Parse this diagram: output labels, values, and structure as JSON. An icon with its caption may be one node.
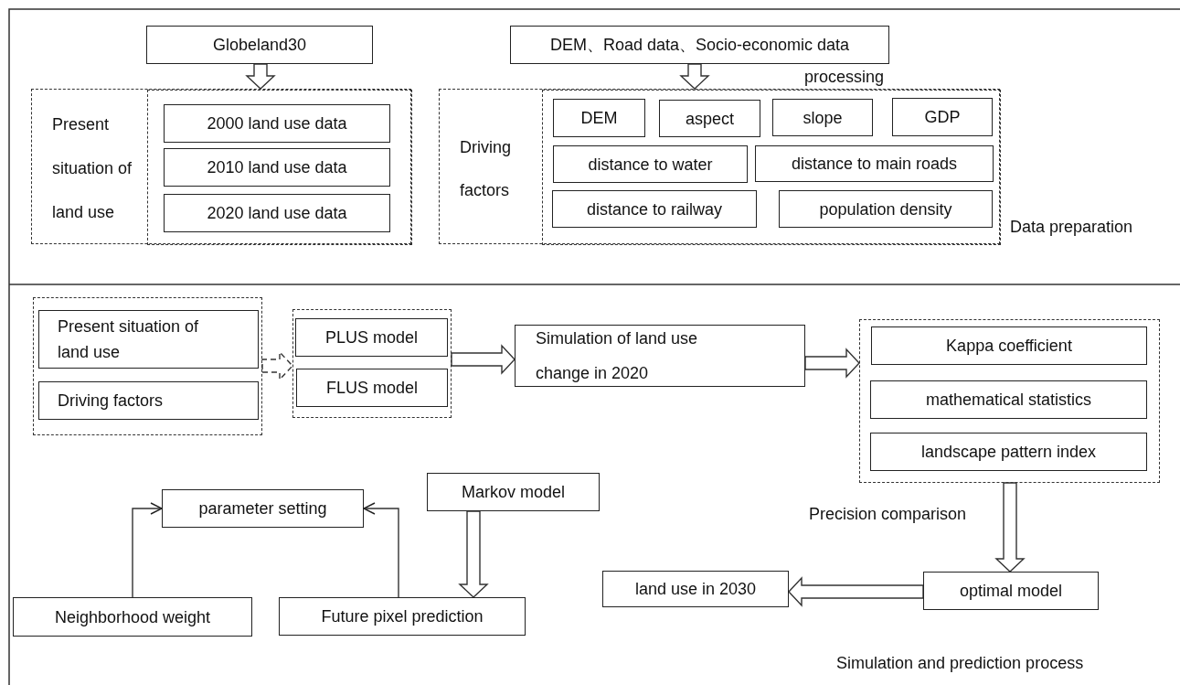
{
  "diagram": {
    "nodes": [
      {
        "text": [
          "Globeland30"
        ]
      },
      {
        "text": [
          "Present situation of land use"
        ]
      },
      {
        "text": [],
        "shape": "box",
        "in": 1
      },
      {
        "text": [
          "2000 land use data"
        ],
        "in": 2
      },
      {
        "text": [
          "2010 land use data"
        ],
        "in": 2
      },
      {
        "text": [
          "2020 land use data"
        ],
        "in": 2
      },
      {
        "text": [
          "DEM、Road data、Socio-economic data"
        ]
      },
      {
        "text": [
          "Driving factors"
        ]
      },
      {
        "text": [],
        "shape": "box",
        "in": 7
      },
      {
        "text": [
          "DEM"
        ],
        "in": 8
      },
      {
        "text": [
          "aspect"
        ],
        "in": 8
      },
      {
        "text": [
          "slope"
        ],
        "in": 8
      },
      {
        "text": [
          "GDP"
        ],
        "in": 8
      },
      {
        "text": [
          "distance to water"
        ],
        "in": 8
      },
      {
        "text": [
          "distance to main roads"
        ],
        "in": 8
      },
      {
        "text": [
          "distance to railway"
        ],
        "in": 8
      },
      {
        "text": [
          "population density"
        ],
        "in": 8
      },
      {
        "text": [],
        "shape": "box"
      },
      {
        "text": [
          "Present situation of land use"
        ],
        "in": 17
      },
      {
        "text": [
          "Driving factors"
        ],
        "in": 17
      },
      {
        "text": [],
        "shape": "box"
      },
      {
        "text": [
          "PLUS model"
        ],
        "in": 20
      },
      {
        "text": [
          "FLUS model"
        ],
        "in": 20
      },
      {
        "text": [
          "Simulation of land use change in 2020"
        ]
      },
      {
        "text": [],
        "shape": "box"
      },
      {
        "text": [
          "Kappa coefficient"
        ],
        "in": 24
      },
      {
        "text": [
          "mathematical statistics"
        ],
        "in": 24
      },
      {
        "text": [
          "landscape pattern index"
        ],
        "in": 24
      },
      {
        "text": [
          "optimal model"
        ]
      },
      {
        "text": [
          "land use in 2030"
        ]
      },
      {
        "text": [
          "Markov model"
        ]
      },
      {
        "text": [
          "parameter setting"
        ]
      },
      {
        "text": [
          "Neighborhood weight"
        ]
      },
      {
        "text": [
          "Future pixel prediction"
        ]
      }
    ],
    "edges": [
      {
        "from": 0,
        "to": 2,
        "arrow": "to",
        "style": "thick"
      },
      {
        "from": 6,
        "to": 8,
        "arrow": "to",
        "style": "thick"
      },
      {
        "from": 17,
        "to": 20,
        "arrow": "to",
        "style": "dashed"
      },
      {
        "from": 20,
        "to": 23,
        "arrow": "to",
        "style": "thick"
      },
      {
        "from": 23,
        "to": 24,
        "arrow": "to",
        "style": "thick"
      },
      {
        "from": 24,
        "to": 28,
        "arrow": "to",
        "style": "thick",
        "label": "Precision comparison"
      },
      {
        "from": 28,
        "to": 29,
        "arrow": "to",
        "style": "thick"
      },
      {
        "from": 30,
        "to": 33,
        "arrow": "to",
        "style": "thick"
      },
      {
        "from": 32,
        "to": 31,
        "arrow": "to"
      },
      {
        "from": 33,
        "to": 31,
        "arrow": "to"
      }
    ],
    "labels": [
      "processing",
      "Data preparation",
      "Simulation and prediction process"
    ]
  }
}
